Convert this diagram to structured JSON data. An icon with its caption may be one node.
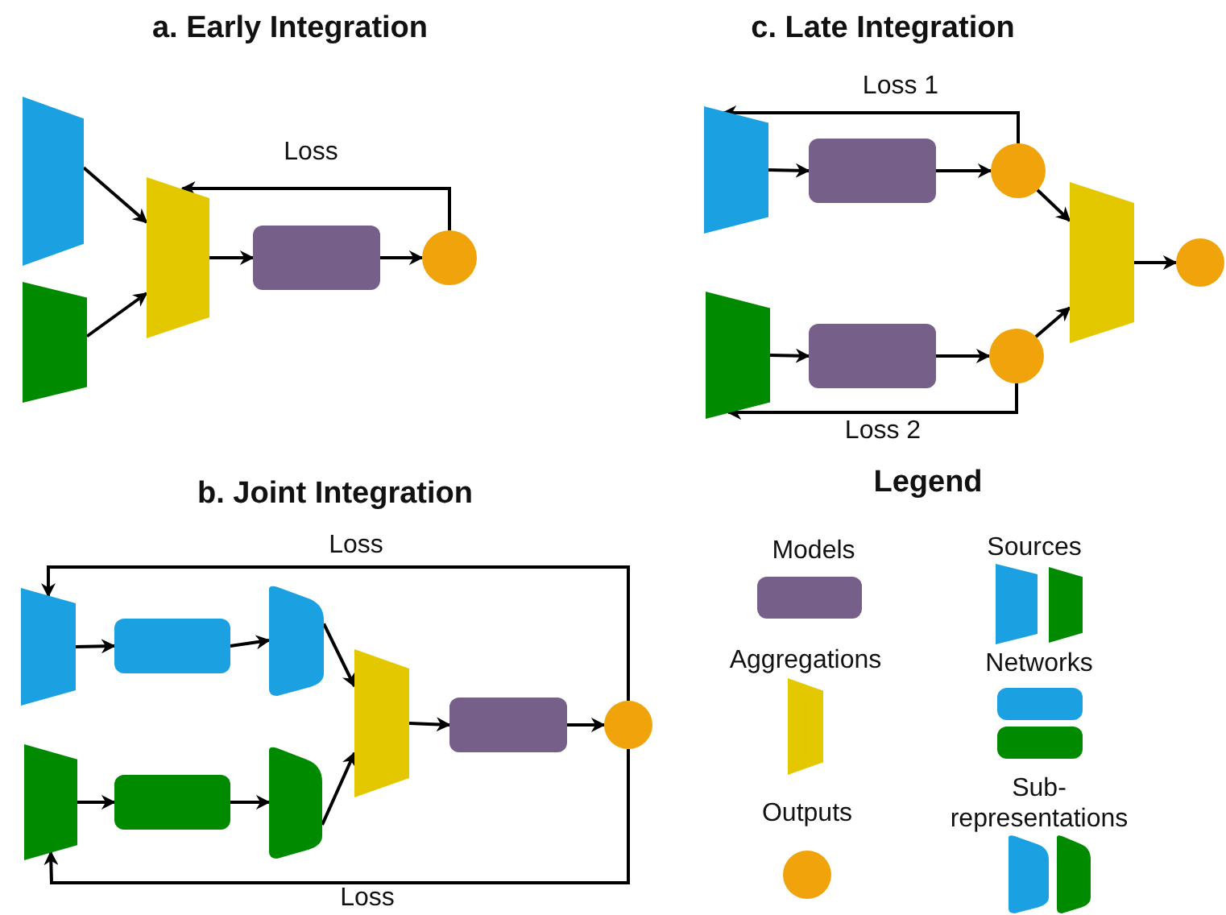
{
  "diagram": {
    "nodes": [
      {
        "text": [],
        "shape": "trapezoid"
      },
      {
        "text": [],
        "shape": "trapezoid"
      },
      {
        "text": [],
        "shape": "trapezoid"
      },
      {
        "text": [],
        "shape": "box"
      },
      {
        "text": [],
        "shape": "circle"
      },
      {
        "text": [],
        "shape": "trapezoid"
      },
      {
        "text": [],
        "shape": "box"
      },
      {
        "text": [],
        "shape": "circle"
      },
      {
        "text": [],
        "shape": "trapezoid"
      },
      {
        "text": [],
        "shape": "box"
      },
      {
        "text": [],
        "shape": "circle"
      },
      {
        "text": [],
        "shape": "trapezoid"
      },
      {
        "text": [],
        "shape": "circle"
      },
      {
        "text": [],
        "shape": "trapezoid"
      },
      {
        "text": [],
        "shape": "box"
      },
      {
        "text": [],
        "shape": "trapezoid"
      },
      {
        "text": [],
        "shape": "trapezoid"
      },
      {
        "text": [],
        "shape": "box"
      },
      {
        "text": [],
        "shape": "trapezoid"
      },
      {
        "text": [],
        "shape": "trapezoid"
      },
      {
        "text": [],
        "shape": "box"
      },
      {
        "text": [],
        "shape": "circle"
      }
    ],
    "edges": [
      {
        "from": 0,
        "to": 2,
        "arrow": "to"
      },
      {
        "from": 1,
        "to": 2,
        "arrow": "to"
      },
      {
        "from": 2,
        "to": 3,
        "arrow": "to"
      },
      {
        "from": 3,
        "to": 4,
        "arrow": "to"
      },
      {
        "from": 4,
        "to": 2,
        "arrow": "to",
        "label": "Loss"
      },
      {
        "from": 5,
        "to": 6,
        "arrow": "to"
      },
      {
        "from": 6,
        "to": 7,
        "arrow": "to"
      },
      {
        "from": 7,
        "to": 11,
        "arrow": "to"
      },
      {
        "from": 7,
        "to": 5,
        "arrow": "to",
        "label": "Loss 1"
      },
      {
        "from": 8,
        "to": 9,
        "arrow": "to"
      },
      {
        "from": 9,
        "to": 10,
        "arrow": "to"
      },
      {
        "from": 10,
        "to": 11,
        "arrow": "to"
      },
      {
        "from": 10,
        "to": 8,
        "arrow": "to",
        "label": "Loss 2"
      },
      {
        "from": 11,
        "to": 12,
        "arrow": "to"
      },
      {
        "from": 13,
        "to": 14,
        "arrow": "to"
      },
      {
        "from": 14,
        "to": 15,
        "arrow": "to"
      },
      {
        "from": 15,
        "to": 19,
        "arrow": "to"
      },
      {
        "from": 16,
        "to": 17,
        "arrow": "to"
      },
      {
        "from": 17,
        "to": 18,
        "arrow": "to"
      },
      {
        "from": 18,
        "to": 19,
        "arrow": "to"
      },
      {
        "from": 19,
        "to": 20,
        "arrow": "to"
      },
      {
        "from": 20,
        "to": 21,
        "arrow": "to"
      },
      {
        "from": 21,
        "to": 13,
        "arrow": "to",
        "label": "Loss"
      },
      {
        "from": 21,
        "to": 16,
        "arrow": "to",
        "label": "Loss"
      }
    ],
    "labels": [
      "a. Early Integration",
      "c. Late Integration",
      "b. Joint Integration",
      "Legend"
    ],
    "legend": [
      {
        "text": "Models",
        "color": "#76608a"
      },
      {
        "text": "Sources"
      },
      {
        "text": "Aggregations",
        "color": "#e3c800"
      },
      {
        "text": "Networks"
      },
      {
        "text": "Outputs",
        "color": "#f0a30a"
      },
      {
        "text": "Sub-representations"
      }
    ]
  }
}
